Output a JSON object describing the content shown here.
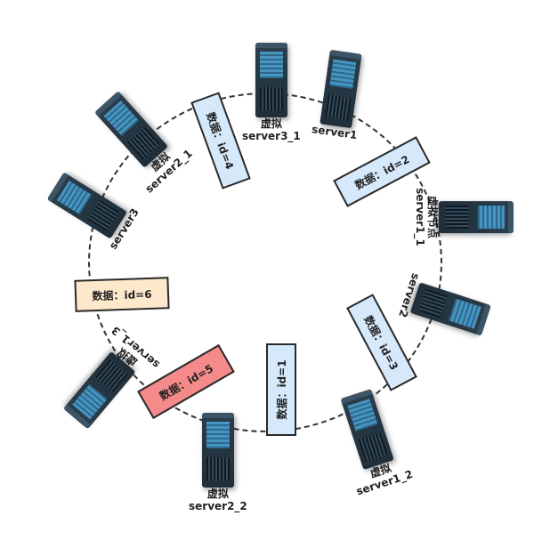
{
  "nodes": {
    "server3_1": {
      "prefix": "虚拟",
      "name": "server3_1"
    },
    "server1": {
      "name": "server1"
    },
    "server2_1": {
      "prefix": "虚拟",
      "name": "server2_1"
    },
    "server1_1": {
      "prefix": "虚拟节点",
      "name": "server1_1"
    },
    "server3": {
      "name": "server3"
    },
    "server2": {
      "name": "server2"
    },
    "server1_3": {
      "prefix": "虚拟",
      "name": "server1_3"
    },
    "server2_2": {
      "prefix": "虚拟",
      "name": "server2_2"
    },
    "server1_2": {
      "prefix": "虚拟",
      "name": "server1_2"
    }
  },
  "data_boxes": {
    "id4": {
      "text": "数据：id=4",
      "color": "#d6e9fb"
    },
    "id2": {
      "text": "数据：id=2",
      "color": "#d6e9fb"
    },
    "id6": {
      "text": "数据：id=6",
      "color": "#fde8cc"
    },
    "id3": {
      "text": "数据：id=3",
      "color": "#d6e9fb"
    },
    "id1": {
      "text": "数据：id=1",
      "color": "#d6e9fb"
    },
    "id5": {
      "text": "数据：id=5",
      "color": "#f48a8a"
    }
  }
}
